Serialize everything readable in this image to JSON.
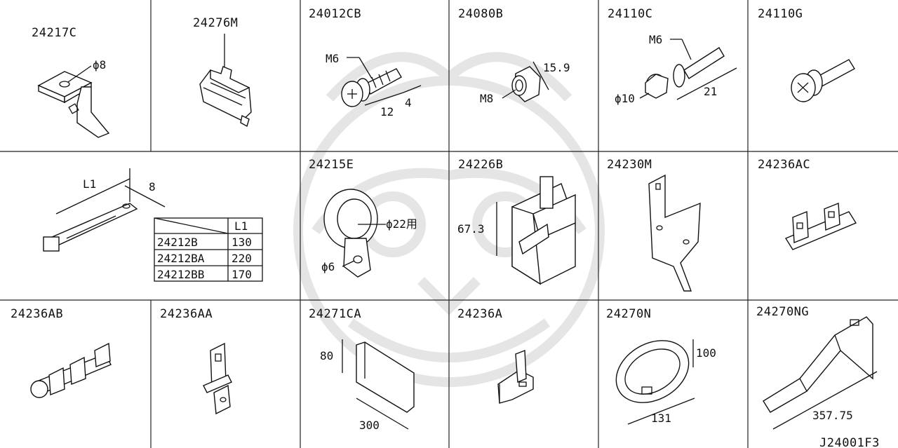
{
  "parts": {
    "p24217C": "24217C",
    "p24276M": "24276M",
    "p24012CB": "24012CB",
    "p24080B": "24080B",
    "p24110C": "24110C",
    "p24110G": "24110G",
    "p24215E": "24215E",
    "p24226B": "24226B",
    "p24230M": "24230M",
    "p24236AC": "24236AC",
    "p24236AB": "24236AB",
    "p24236AA": "24236AA",
    "p24271CA": "24271CA",
    "p24236A": "24236A",
    "p24270N": "24270N",
    "p24270NG": "24270NG"
  },
  "dims": {
    "phi8": "ϕ8",
    "m6_a": "M6",
    "d12": "12",
    "d4": "4",
    "d15_9": "15.9",
    "m8": "M8",
    "m6_b": "M6",
    "phi10": "ϕ10",
    "d21": "21",
    "L1": "L1",
    "d8": "8",
    "phi22": "ϕ22用",
    "phi6": "ϕ6",
    "d67_3": "67.3",
    "d80": "80",
    "d300": "300",
    "d100": "100",
    "d131": "131",
    "d357_75": "357.75"
  },
  "length_table": {
    "header": "L1",
    "rows": [
      {
        "part": "24212B",
        "value": "130"
      },
      {
        "part": "24212BA",
        "value": "220"
      },
      {
        "part": "24212BB",
        "value": "170"
      }
    ]
  },
  "drawing_id": "J24001F3"
}
